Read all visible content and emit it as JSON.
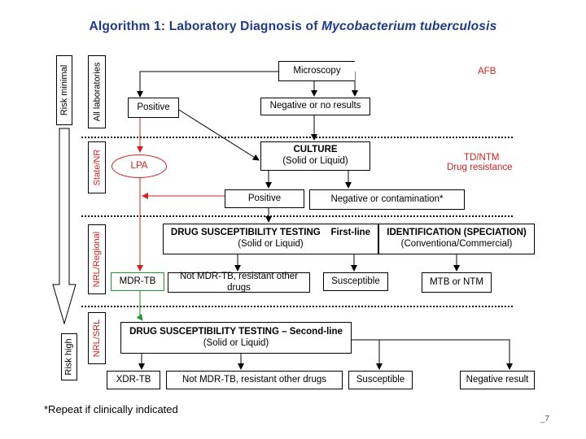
{
  "title": {
    "prefix": "Algorithm 1: Laboratory Diagnosis of ",
    "italic": "Mycobacterium tuberculosis"
  },
  "side_labels": {
    "risk_minimal": "Risk minimal",
    "risk_high": "Risk high",
    "all_laboratories": "All laboratories",
    "state_nr": "State/NR",
    "nrl_regional": "NRL/Regional",
    "nrl_srl": "NRL/SRL"
  },
  "annotations": {
    "afb": "AFB",
    "td_ntm": "TD/NTM",
    "drug_resistance": "Drug resistance"
  },
  "nodes": {
    "microscopy": "Microscopy",
    "positive_top": "Positive",
    "negative_top": "Negative or no results",
    "culture_title": "CULTURE",
    "culture_sub": "(Solid or Liquid)",
    "lpa": "LPA",
    "positive_culture": "Positive",
    "negative_contamination": "Negative or contamination*",
    "dst1_title": "DRUG SUSCEPTIBILITY TESTING",
    "dst1_suffix": "First-line",
    "dst1_sub": "(Solid or Liquid)",
    "identification_title": "IDENTIFICATION (SPECIATION)",
    "identification_sub": "(Conventiona/Commercial)",
    "mdr_tb": "MDR-TB",
    "not_mdr_1": "Not MDR-TB, resistant other drugs",
    "susceptible_1": "Susceptible",
    "mtb_ntm": "MTB or NTM",
    "dst2_title": "DRUG SUSCEPTIBILITY TESTING – Second-line",
    "dst2_sub": "(Solid or Liquid)",
    "xdr_tb": "XDR-TB",
    "not_mdr_2": "Not MDR-TB, resistant other drugs",
    "susceptible_2": "Susceptible",
    "negative_result": "Negative result"
  },
  "footnote": "*Repeat if clinically indicated",
  "page_number": "_7",
  "colors": {
    "title": "#1f3a8a",
    "red": "#d32020",
    "green": "#1a9a2a",
    "black": "#000000"
  }
}
